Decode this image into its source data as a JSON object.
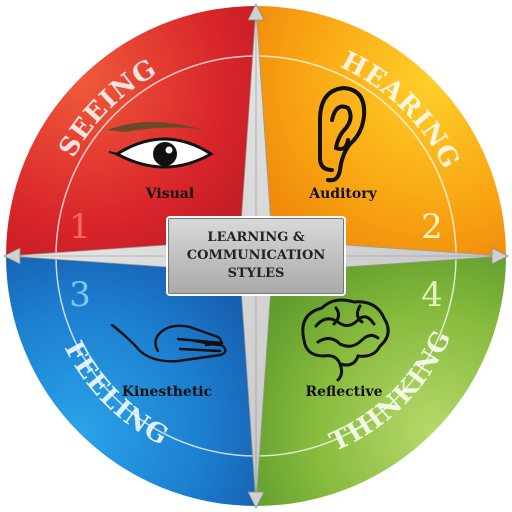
{
  "center": {
    "lines": [
      "LEARNING &",
      "COMMUNICATION",
      "STYLES"
    ]
  },
  "quadrants": [
    {
      "number": "1",
      "arc_label": "SEEING",
      "style_label": "Visual",
      "icon": "eye-icon",
      "color": "#d9262b"
    },
    {
      "number": "2",
      "arc_label": "HEARING",
      "style_label": "Auditory",
      "icon": "ear-icon",
      "color": "#f7a10f"
    },
    {
      "number": "3",
      "arc_label": "FEELING",
      "style_label": "Kinesthetic",
      "icon": "hand-icon",
      "color": "#1f6fbd"
    },
    {
      "number": "4",
      "arc_label": "THINKING",
      "style_label": "Reflective",
      "icon": "brain-icon",
      "color": "#79b136"
    }
  ]
}
